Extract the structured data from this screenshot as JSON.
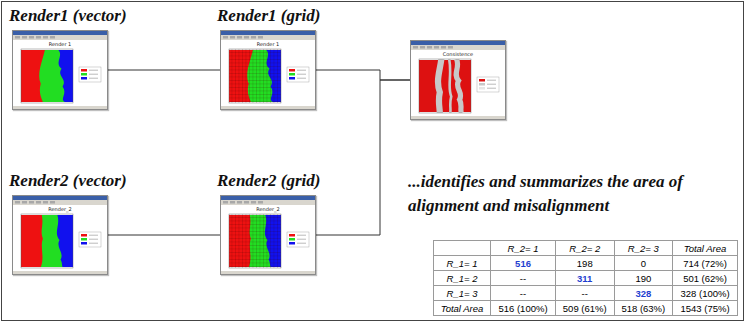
{
  "diagram": {
    "nodes": [
      {
        "text": [
          "Render1 (vector)",
          "Render 1"
        ]
      },
      {
        "text": [
          "Render1 (grid)",
          "Render 1"
        ]
      },
      {
        "text": [
          "Consistence"
        ]
      },
      {
        "text": [
          "Render2 (vector)",
          "Render_2"
        ]
      },
      {
        "text": [
          "Render2 (grid)",
          "Render_2"
        ]
      }
    ],
    "edges": [
      {
        "from": 0,
        "to": 1,
        "arrow": "none"
      },
      {
        "from": 1,
        "to": 2,
        "arrow": "none"
      },
      {
        "from": 3,
        "to": 4,
        "arrow": "none"
      },
      {
        "from": 4,
        "to": 2,
        "arrow": "none"
      }
    ],
    "labels": [
      "...identifies and summarizes the area of alignment and misalignment",
      "R_2= 1",
      "R_2= 2",
      "R_2= 3",
      "Total Area",
      "R_1= 1",
      "516",
      "198",
      "0",
      "714 (72%)",
      "R_1= 2",
      "--",
      "311",
      "190",
      "501 (62%)",
      "R_1= 3",
      "--",
      "--",
      "328",
      "328 (100%)",
      "Total Area",
      "516 (100%)",
      "509 (61%)",
      "518 (63%)",
      "1543 (75%)"
    ]
  }
}
